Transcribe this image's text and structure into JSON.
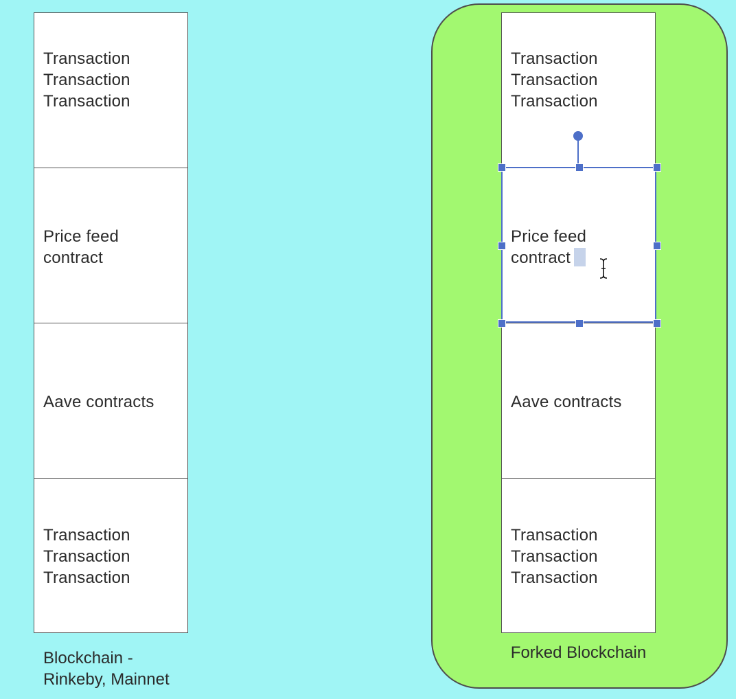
{
  "left_chain": {
    "blocks": [
      {
        "text": "Transaction\nTransaction\nTransaction"
      },
      {
        "text": "Price feed\ncontract"
      },
      {
        "text": "Aave contracts"
      },
      {
        "text": "Transaction\nTransaction\nTransaction"
      }
    ],
    "caption": "Blockchain -\nRinkeby, Mainnet"
  },
  "right_chain": {
    "blocks": [
      {
        "text": "Transaction\nTransaction\nTransaction"
      },
      {
        "text": "Price feed\ncontract"
      },
      {
        "text": "Aave contracts"
      },
      {
        "text": "Transaction\nTransaction\nTransaction"
      }
    ],
    "caption": "Forked Blockchain",
    "selected_block": 1
  },
  "colors": {
    "background": "#a0f5f5",
    "fork_frame": "#a2f870",
    "block_fill": "#ffffff",
    "selection": "#4d6fc8"
  }
}
